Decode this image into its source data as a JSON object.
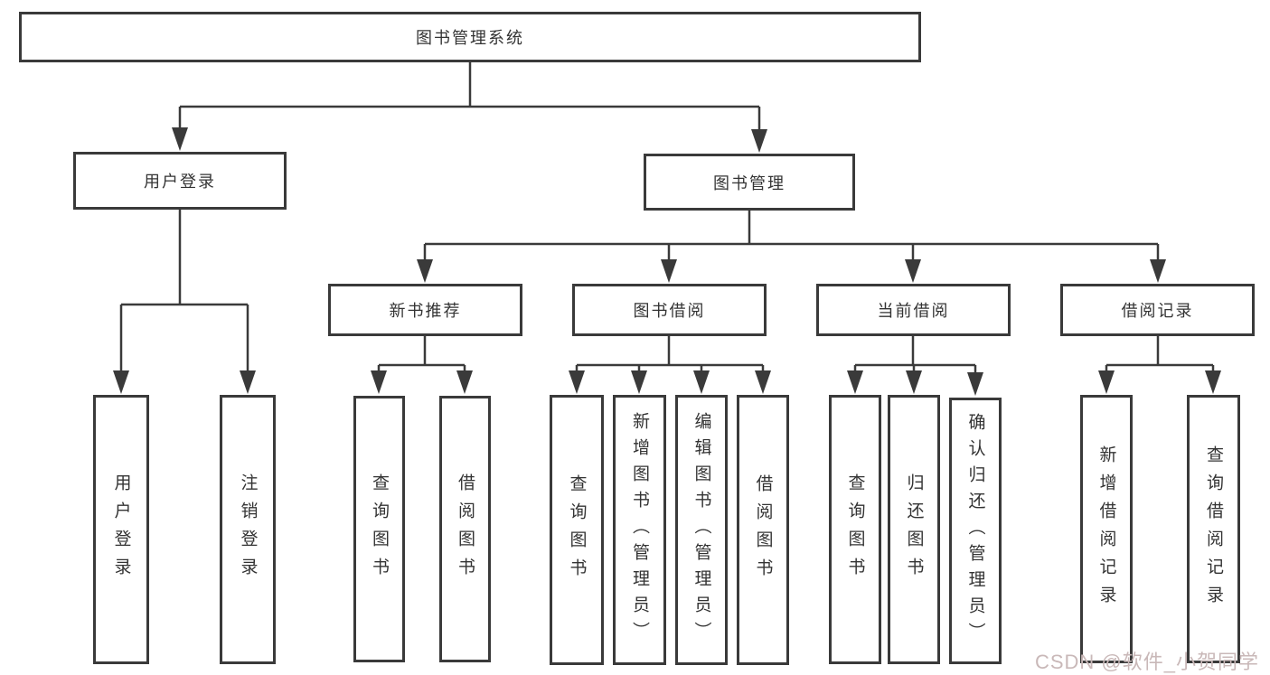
{
  "colors": {
    "background": "#ffffff",
    "line": "#3a3a3a",
    "box_border": "#3a3a3a",
    "text": "#333333",
    "watermark": "#c9b8b8"
  },
  "watermark": {
    "text": "CSDN @软件_小贺同学"
  },
  "hierarchy": {
    "root": "图书管理系统",
    "children": [
      {
        "label": "用户登录",
        "children": [
          {
            "label": "用户登录"
          },
          {
            "label": "注销登录"
          }
        ]
      },
      {
        "label": "图书管理",
        "children": [
          {
            "label": "新书推荐",
            "children": [
              {
                "label": "查询图书"
              },
              {
                "label": "借阅图书"
              }
            ]
          },
          {
            "label": "图书借阅",
            "children": [
              {
                "label": "查询图书"
              },
              {
                "label": "新增图书（管理员）"
              },
              {
                "label": "编辑图书（管理员）"
              },
              {
                "label": "借阅图书"
              }
            ]
          },
          {
            "label": "当前借阅",
            "children": [
              {
                "label": "查询图书"
              },
              {
                "label": "归还图书"
              },
              {
                "label": "确认归还（管理员）"
              }
            ]
          },
          {
            "label": "借阅记录",
            "children": [
              {
                "label": "新增借阅记录"
              },
              {
                "label": "查询借阅记录"
              }
            ]
          }
        ]
      }
    ]
  }
}
